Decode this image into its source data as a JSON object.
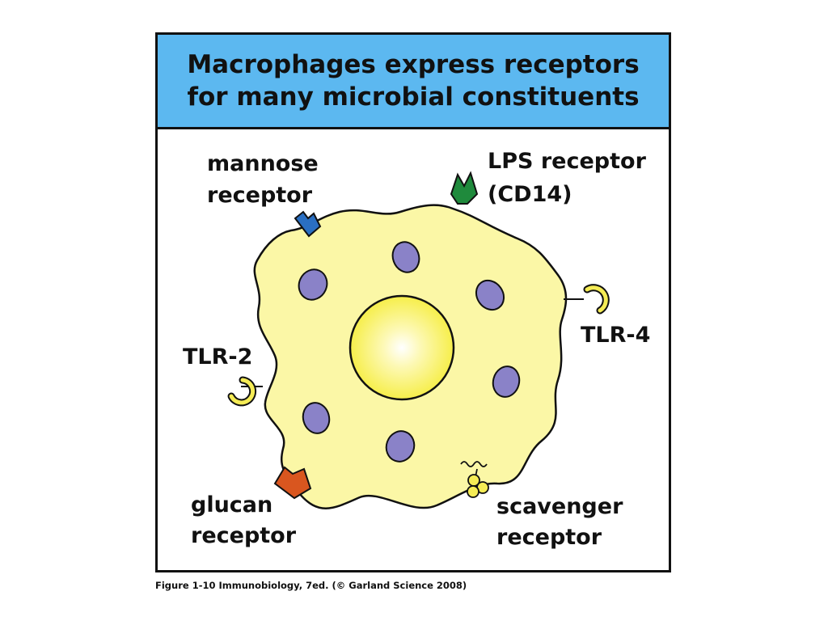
{
  "title": "Macrophages express receptors for many microbial constituents",
  "labels": {
    "mannose_line1": "mannose",
    "mannose_line2": "receptor",
    "lps_line1": "LPS receptor",
    "lps_line2": "(CD14)",
    "tlr4": "TLR-4",
    "tlr2": "TLR-2",
    "glucan_line1": "glucan",
    "glucan_line2": "receptor",
    "scavenger_line1": "scavenger",
    "scavenger_line2": "receptor"
  },
  "caption": "Figure 1-10  Immunobiology, 7ed. (© Garland Science 2008)",
  "colors": {
    "title_bg": "#5cb8f0",
    "cell_fill": "#fbf7a6",
    "nucleus_core": "#ffffff",
    "nucleus_edge": "#f6ee4a",
    "granule": "#8a82c8",
    "mannose_receptor": "#2a6fc2",
    "lps_receptor": "#1f8a3c",
    "glucan_receptor": "#d9561f",
    "tlr_receptor": "#f5ec55",
    "scavenger_receptor": "#f5ec55"
  }
}
